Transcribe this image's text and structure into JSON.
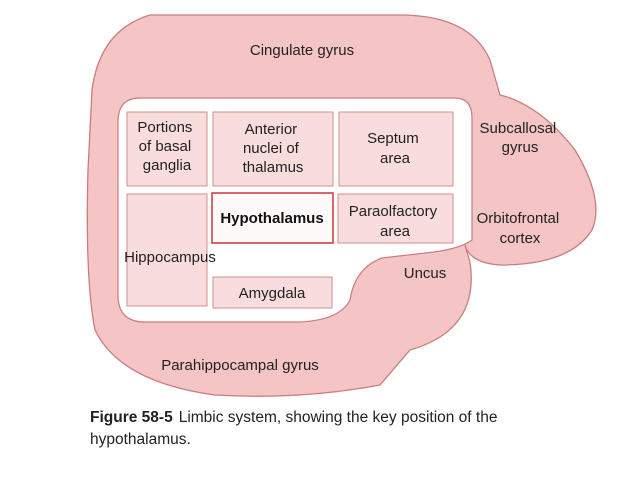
{
  "figure": {
    "colors": {
      "outer_fill": "#f5c4c4",
      "outer_stroke": "#c97d7d",
      "inner_fill": "#ffffff",
      "box_fill": "#f9dcdc",
      "box_stroke": "#cf8f8f",
      "highlight_fill": "#ffffff",
      "highlight_stroke": "#cc4444"
    },
    "regions": {
      "cingulate": "Cingulate gyrus",
      "subcallosal": [
        "Subcallosal",
        "gyrus"
      ],
      "orbitofrontal": [
        "Orbitofrontal",
        "cortex"
      ],
      "uncus": "Uncus",
      "parahippocampal": "Parahippocampal gyrus"
    },
    "boxes": {
      "basal_ganglia": [
        "Portions",
        "of basal",
        "ganglia"
      ],
      "anterior_thalamus": [
        "Anterior",
        "nuclei of",
        "thalamus"
      ],
      "septum": [
        "Septum",
        "area"
      ],
      "hippocampus": "Hippocampus",
      "hypothalamus": "Hypothalamus",
      "paraolfactory": [
        "Paraolfactory",
        "area"
      ],
      "amygdala": "Amygdala"
    },
    "caption": {
      "label": "Figure 58-5",
      "text": "Limbic system, showing the key position of the hypothalamus."
    }
  }
}
